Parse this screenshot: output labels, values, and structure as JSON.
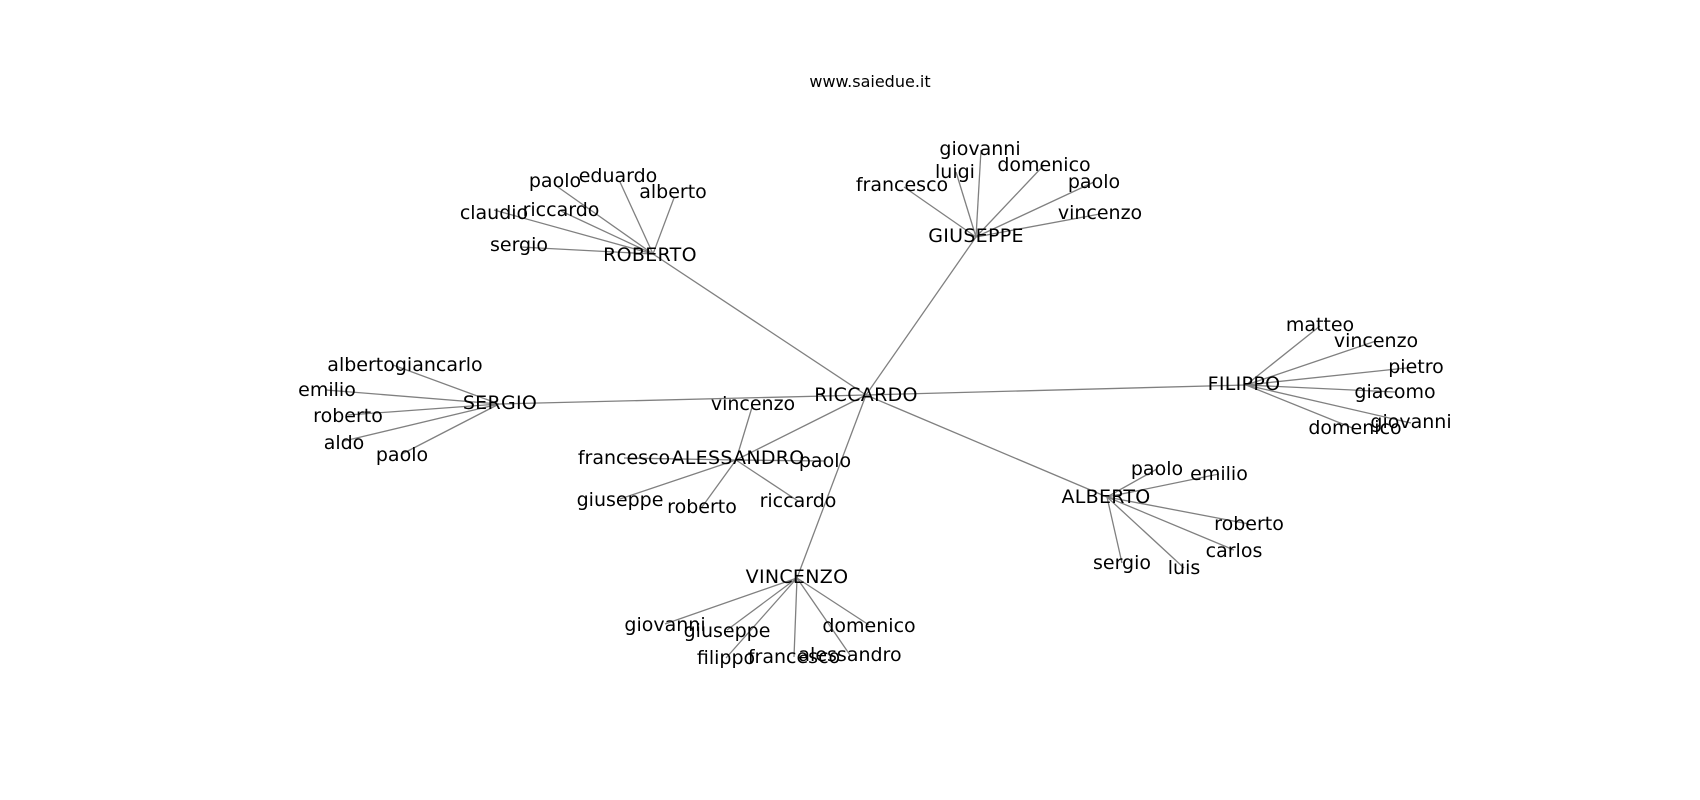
{
  "site": "www.saiedue.it",
  "edge_color": "#808080",
  "root": "RICCARDO",
  "hubs": [
    {
      "name": "ROBERTO",
      "leaves": [
        "paolo",
        "eduardo",
        "alberto",
        "claudio",
        "riccardo",
        "sergio"
      ]
    },
    {
      "name": "GIUSEPPE",
      "leaves": [
        "giovanni",
        "luigi",
        "domenico",
        "francesco",
        "paolo",
        "vincenzo"
      ]
    },
    {
      "name": "SERGIO",
      "leaves": [
        "albertogiancarlo",
        "emilio",
        "roberto",
        "aldo",
        "paolo"
      ]
    },
    {
      "name": "FILIPPO",
      "leaves": [
        "matteo",
        "vincenzo",
        "pietro",
        "giacomo",
        "domenico",
        "giovanni"
      ]
    },
    {
      "name": "ALESSANDRO",
      "leaves": [
        "vincenzo",
        "francesco",
        "paolo",
        "giuseppe",
        "roberto",
        "riccardo"
      ]
    },
    {
      "name": "ALBERTO",
      "leaves": [
        "paolo",
        "emilio",
        "roberto",
        "carlos",
        "sergio",
        "luis"
      ]
    },
    {
      "name": "VINCENZO",
      "leaves": [
        "giovanni",
        "giuseppe",
        "domenico",
        "filippo",
        "francesco",
        "alessandro"
      ]
    }
  ]
}
